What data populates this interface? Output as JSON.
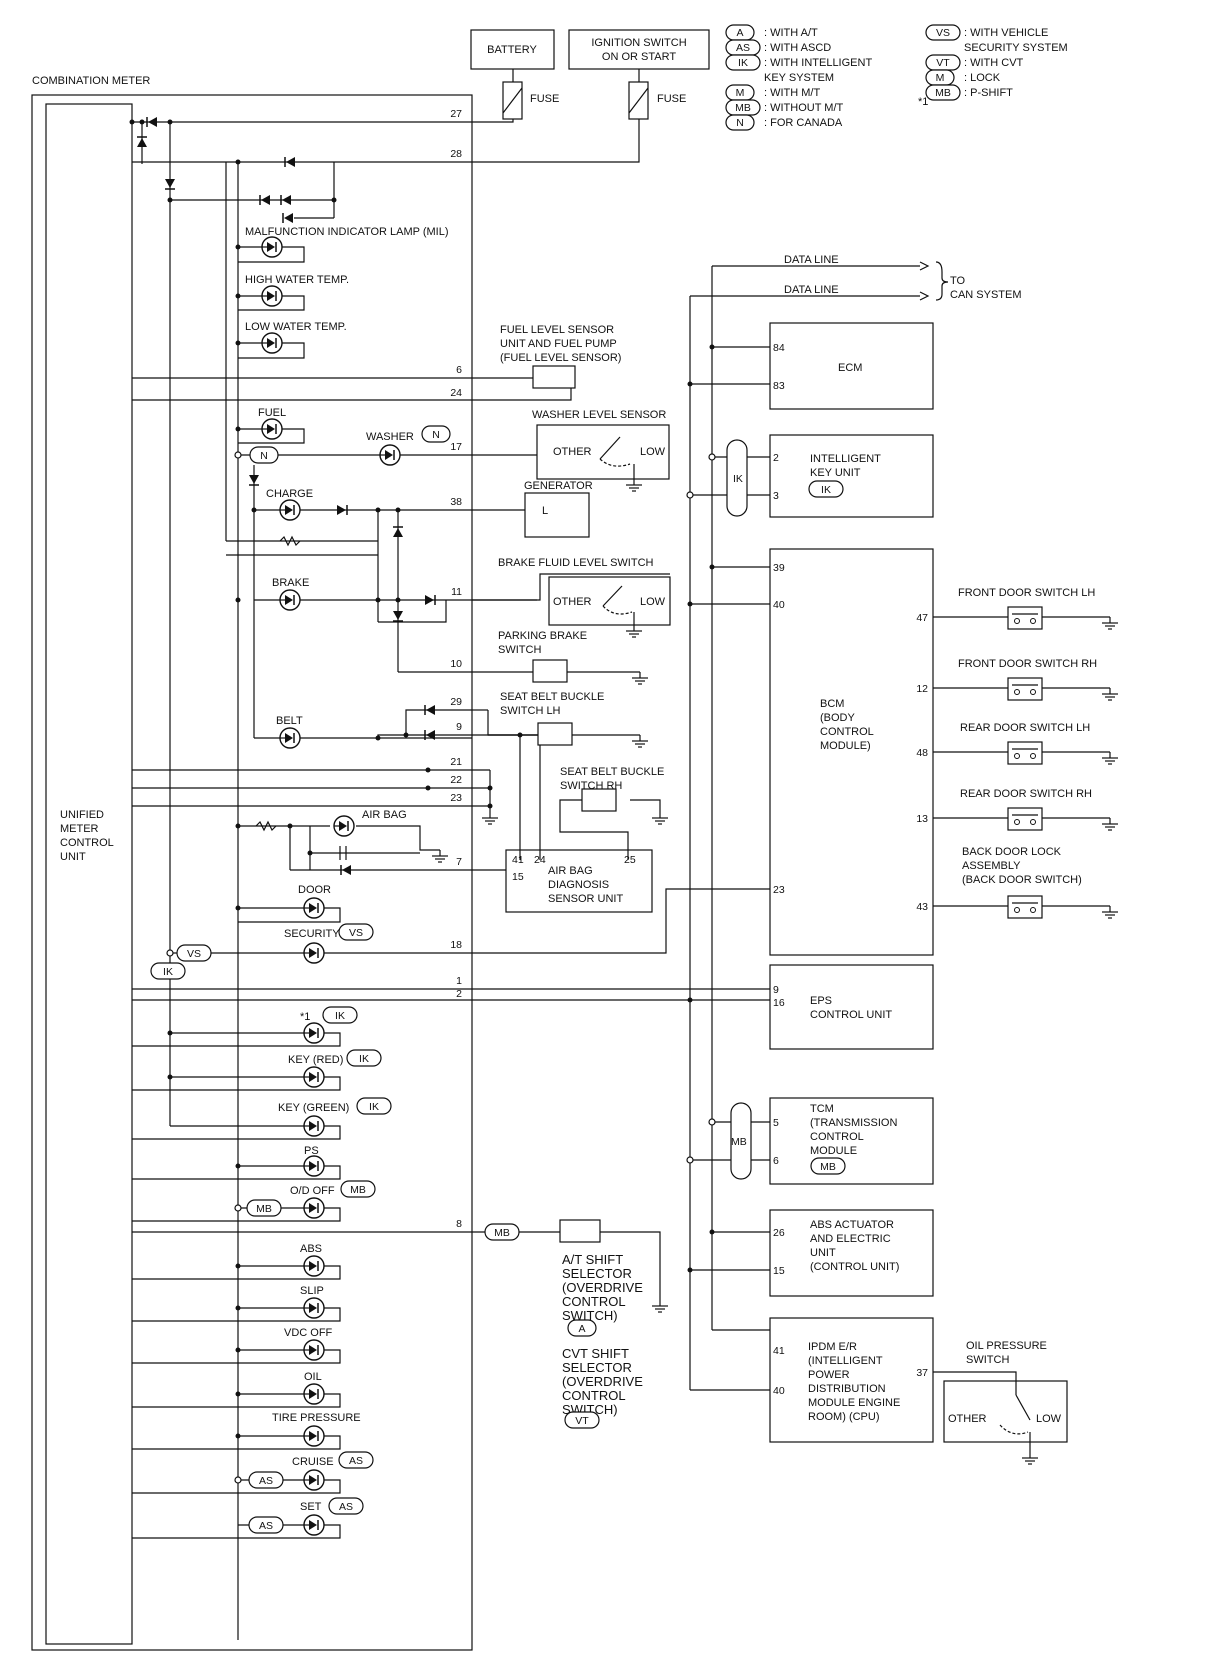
{
  "header": {
    "combination_meter": "COMBINATION METER",
    "battery": "BATTERY",
    "ignition_line1": "IGNITION SWITCH",
    "ignition_line2": "ON OR START",
    "fuse": "FUSE"
  },
  "legend": [
    {
      "badge": "A",
      "text": ": WITH A/T"
    },
    {
      "badge": "AS",
      "text": ": WITH ASCD"
    },
    {
      "badge": "IK",
      "text": ": WITH INTELLIGENT"
    },
    {
      "badge": "",
      "text": "KEY SYSTEM"
    },
    {
      "badge": "M",
      "text": ": WITH M/T"
    },
    {
      "badge": "MB",
      "text": ": WITHOUT M/T"
    },
    {
      "badge": "N",
      "text": ": FOR CANADA"
    }
  ],
  "legend2": [
    {
      "badge": "VS",
      "text": ": WITH VEHICLE"
    },
    {
      "badge": "",
      "text": "SECURITY SYSTEM"
    },
    {
      "badge": "VT",
      "text": ": WITH CVT"
    },
    {
      "badge": "M",
      "text": ": LOCK"
    },
    {
      "badge": "MB",
      "text": ": P-SHIFT"
    }
  ],
  "legend_star": "*1",
  "unified_meter": [
    "UNIFIED",
    "METER",
    "CONTROL",
    "UNIT"
  ],
  "lamps": {
    "mil": "MALFUNCTION INDICATOR LAMP (MIL)",
    "high_water": "HIGH WATER TEMP.",
    "low_water": "LOW WATER TEMP.",
    "fuel": "FUEL",
    "washer": "WASHER",
    "charge": "CHARGE",
    "brake": "BRAKE",
    "belt": "BELT",
    "air_bag": "AIR BAG",
    "door": "DOOR",
    "security": "SECURITY",
    "star1": "*1",
    "key_red": "KEY (RED)",
    "key_green": "KEY (GREEN)",
    "ps": "PS",
    "od_off": "O/D OFF",
    "abs": "ABS",
    "slip": "SLIP",
    "vdc_off": "VDC OFF",
    "oil": "OIL",
    "tire": "TIRE PRESSURE",
    "cruise": "CRUISE",
    "set": "SET"
  },
  "components": {
    "fuel_sensor": [
      "FUEL LEVEL SENSOR",
      "UNIT AND FUEL PUMP",
      "(FUEL LEVEL SENSOR)"
    ],
    "washer_sensor": "WASHER LEVEL SENSOR",
    "generator": "GENERATOR",
    "generator_pin": "L",
    "brake_fluid": "BRAKE FLUID LEVEL SWITCH",
    "parking_brake": [
      "PARKING BRAKE",
      "SWITCH"
    ],
    "seat_lh": [
      "SEAT BELT BUCKLE",
      "SWITCH LH"
    ],
    "seat_rh": [
      "SEAT BELT BUCKLE",
      "SWITCH RH"
    ],
    "airbag_unit": [
      "AIR BAG",
      "DIAGNOSIS",
      "SENSOR UNIT"
    ],
    "at_shift": [
      "A/T SHIFT",
      "SELECTOR",
      "(OVERDRIVE",
      "CONTROL",
      "SWITCH)"
    ],
    "cvt_shift": [
      "CVT SHIFT",
      "SELECTOR",
      "(OVERDRIVE",
      "CONTROL",
      "SWITCH)"
    ],
    "other": "OTHER",
    "low": "LOW",
    "data_line": "DATA LINE",
    "to_can": [
      "TO",
      "CAN SYSTEM"
    ],
    "ecm": "ECM",
    "ik_unit": [
      "INTELLIGENT",
      "KEY UNIT"
    ],
    "bcm": [
      "BCM",
      "(BODY",
      "CONTROL",
      "MODULE)"
    ],
    "eps": [
      "EPS",
      "CONTROL UNIT"
    ],
    "tcm": [
      "TCM",
      "(TRANSMISSION",
      "CONTROL",
      "MODULE"
    ],
    "abs_unit": [
      "ABS ACTUATOR",
      "AND ELECTRIC",
      "UNIT",
      "(CONTROL UNIT)"
    ],
    "ipdm": [
      "IPDM E/R",
      "(INTELLIGENT",
      "POWER",
      "DISTRIBUTION",
      "MODULE ENGINE",
      "ROOM) (CPU)"
    ],
    "oil_switch": [
      "OIL PRESSURE",
      "SWITCH"
    ],
    "front_lh": "FRONT DOOR SWITCH LH",
    "front_rh": "FRONT DOOR SWITCH RH",
    "rear_lh": "REAR DOOR SWITCH LH",
    "rear_rh": "REAR DOOR SWITCH RH",
    "back_door": [
      "BACK DOOR LOCK",
      "ASSEMBLY",
      "(BACK DOOR SWITCH)"
    ]
  },
  "pins": {
    "p27": "27",
    "p28": "28",
    "p6": "6",
    "p24": "24",
    "p17": "17",
    "p38": "38",
    "p11": "11",
    "p10": "10",
    "p29": "29",
    "p9": "9",
    "p21": "21",
    "p22": "22",
    "p23": "23",
    "p7": "7",
    "p18": "18",
    "p1": "1",
    "p2": "2",
    "p8": "8",
    "ab41": "41",
    "ab24": "24",
    "ab25": "25",
    "ab15": "15",
    "ecm84": "84",
    "ecm83": "83",
    "ik2": "2",
    "ik3": "3",
    "bcm39": "39",
    "bcm40": "40",
    "bcm23": "23",
    "bcm47": "47",
    "bcm12": "12",
    "bcm48": "48",
    "bcm13": "13",
    "bcm43": "43",
    "eps9": "9",
    "eps16": "16",
    "tcm5": "5",
    "tcm6": "6",
    "abs26": "26",
    "abs15": "15",
    "ipdm41": "41",
    "ipdm40": "40",
    "ipdm37": "37"
  },
  "badges": {
    "A": "A",
    "AS": "AS",
    "IK": "IK",
    "M": "M",
    "MB": "MB",
    "N": "N",
    "VS": "VS",
    "VT": "VT"
  }
}
